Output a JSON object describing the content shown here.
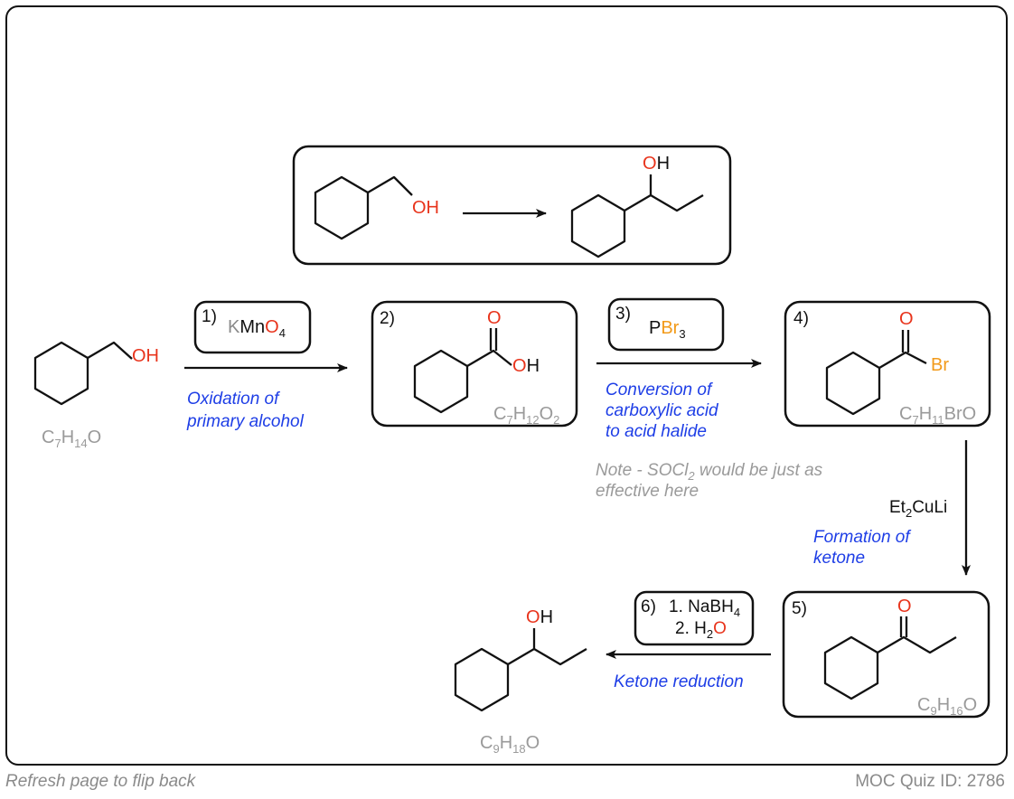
{
  "diagram": {
    "target_box": {
      "reactant_oh": "OH",
      "product_o": "O",
      "product_h": "H"
    },
    "start": {
      "oh": "OH",
      "formula": {
        "c": "C",
        "c_sub": "7",
        "h": "H",
        "h_sub": "14",
        "o": "O"
      }
    },
    "step1": {
      "number": "1)",
      "reagent": {
        "k": "K",
        "mn": "Mn",
        "o": "O",
        "o_sub": "4"
      },
      "caption": [
        "Oxidation of",
        "primary alcohol"
      ]
    },
    "compound2": {
      "number": "2)",
      "carbonyl_o": "O",
      "oh": "OH",
      "formula": {
        "c": "C",
        "c_sub": "7",
        "h": "H",
        "h_sub": "12",
        "o": "O",
        "o_sub": "2"
      }
    },
    "step3": {
      "number": "3)",
      "reagent": {
        "p": "P",
        "br": "Br",
        "br_sub": "3"
      },
      "caption": [
        "Conversion of",
        "carboxylic acid",
        "to acid halide"
      ],
      "note": {
        "before": "Note - SOCl",
        "sub": "2",
        "after": " would be just as",
        "line2": "effective here"
      }
    },
    "compound4": {
      "number": "4)",
      "carbonyl_o": "O",
      "br": "Br",
      "formula": {
        "c": "C",
        "c_sub": "7",
        "h": "H",
        "h_sub": "11",
        "rest": "BrO"
      }
    },
    "step_et2culi": {
      "reagent": {
        "et": "Et",
        "sub": "2",
        "rest": "CuLi"
      },
      "caption": [
        "Formation of",
        "ketone"
      ]
    },
    "compound5": {
      "number": "5)",
      "carbonyl_o": "O",
      "formula": {
        "c": "C",
        "c_sub": "9",
        "h": "H",
        "h_sub": "16",
        "o": "O"
      }
    },
    "step6": {
      "number": "6)",
      "line1": {
        "text": "1. NaBH",
        "sub": "4"
      },
      "line2": {
        "text": "2. H",
        "sub": "2",
        "o": "O"
      },
      "caption": "Ketone reduction"
    },
    "product": {
      "o": "O",
      "h": "H",
      "formula": {
        "c": "C",
        "c_sub": "9",
        "h": "H",
        "h_sub": "18",
        "o": "O"
      }
    }
  },
  "footer": {
    "left": "Refresh page to flip back",
    "right": "MOC Quiz ID: 2786"
  },
  "colors": {
    "oxygen": "#e8341c",
    "bromine": "#f29a1a",
    "caption": "#1e3ee6",
    "formula": "#9a9a9a",
    "note": "#9a9a9a",
    "potassium": "#8a8a8a"
  }
}
